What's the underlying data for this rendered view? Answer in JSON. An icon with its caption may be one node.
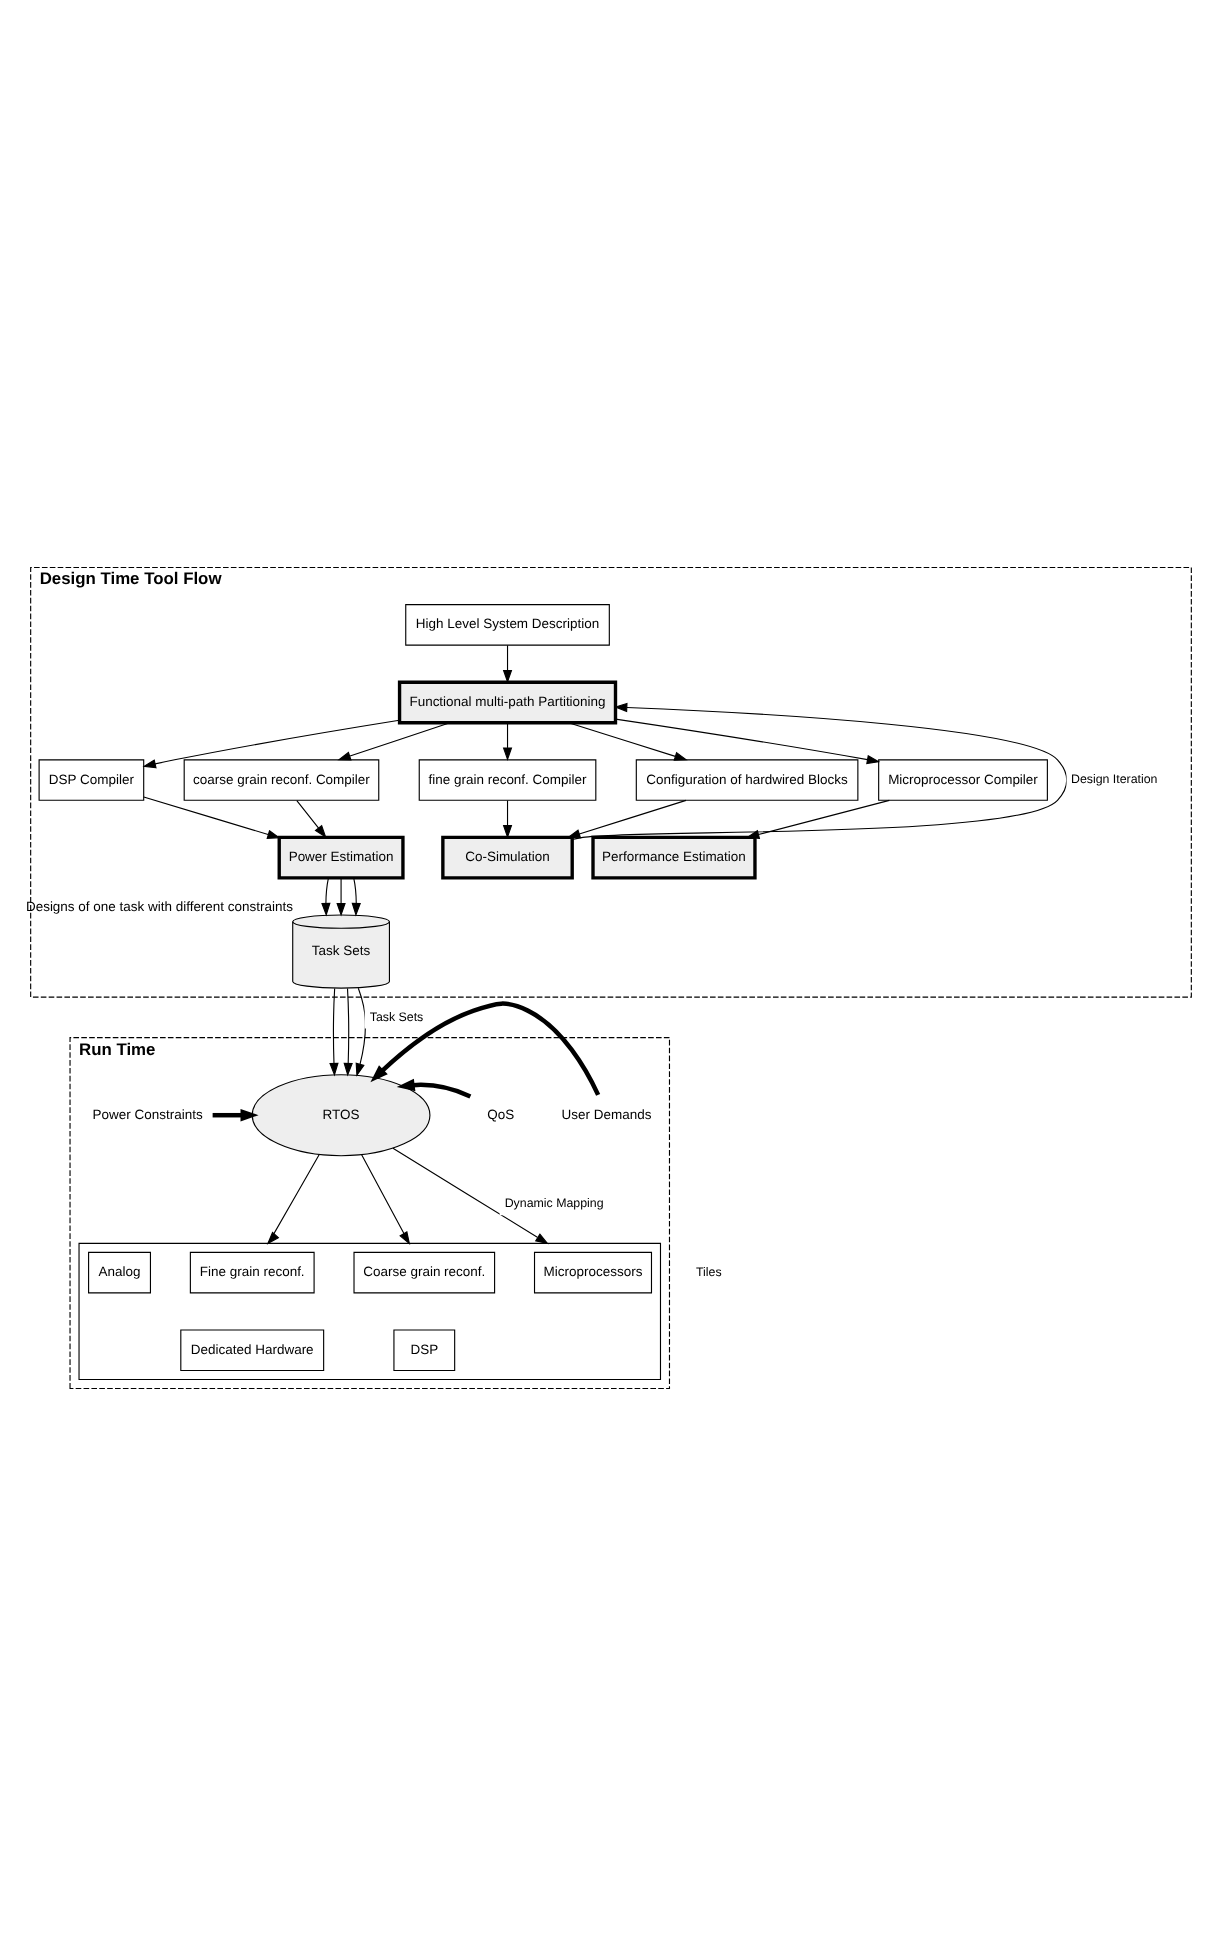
{
  "diagram": {
    "nodes": [
      {
        "text": [
          "Design Time Tool Flow"
        ]
      },
      {
        "text": [
          "High Level System Description"
        ],
        "in": 0
      },
      {
        "text": [
          "Functional multi-path Partitioning"
        ],
        "in": 0
      },
      {
        "text": [
          "Microprocessor Compiler"
        ],
        "in": 0
      },
      {
        "text": [
          "DSP Compiler"
        ],
        "in": 0
      },
      {
        "text": [
          "coarse grain reconf. Compiler"
        ],
        "in": 0
      },
      {
        "text": [
          "fine grain reconf. Compiler"
        ],
        "in": 0
      },
      {
        "text": [
          "Configuration of hardwired Blocks"
        ],
        "in": 0
      },
      {
        "text": [
          "Performance Estimation"
        ],
        "in": 0
      },
      {
        "text": [
          "Power Estimation"
        ],
        "in": 0
      },
      {
        "text": [
          "Co-Simulation"
        ],
        "in": 0
      },
      {
        "text": [
          "Task Sets"
        ],
        "in": 0,
        "beside": [
          "Designs of one task with different constraints"
        ]
      },
      {
        "text": [
          "Run Time"
        ]
      },
      {
        "text": [
          "RTOS"
        ],
        "in": 12
      },
      {
        "text": [
          "User Demands"
        ],
        "in": 12
      },
      {
        "text": [
          "QoS"
        ],
        "in": 12
      },
      {
        "text": [
          "Power Constraints"
        ],
        "in": 12
      },
      {
        "text": [],
        "shape": "box",
        "in": 12
      },
      {
        "text": [
          "Analog"
        ],
        "in": 17
      },
      {
        "text": [
          "Fine grain reconf."
        ],
        "in": 17
      },
      {
        "text": [
          "Coarse grain reconf."
        ],
        "in": 17
      },
      {
        "text": [
          "Microprocessors"
        ],
        "in": 17
      },
      {
        "text": [
          "Dedicated Hardware"
        ],
        "in": 17
      },
      {
        "text": [
          "DSP"
        ],
        "in": 17
      }
    ],
    "edges": [
      {
        "from": 1,
        "to": 2,
        "arrow": "to"
      },
      {
        "from": 2,
        "to": 3,
        "arrow": "to"
      },
      {
        "from": 2,
        "to": 4,
        "arrow": "to"
      },
      {
        "from": 2,
        "to": 5,
        "arrow": "to"
      },
      {
        "from": 2,
        "to": 6,
        "arrow": "to"
      },
      {
        "from": 2,
        "to": 7,
        "arrow": "to"
      },
      {
        "from": 3,
        "to": 8,
        "arrow": "to"
      },
      {
        "from": 4,
        "to": 9,
        "arrow": "to"
      },
      {
        "from": 5,
        "to": 9,
        "arrow": "to"
      },
      {
        "from": 6,
        "to": 10,
        "arrow": "to"
      },
      {
        "from": 7,
        "to": 10,
        "arrow": "to"
      },
      {
        "from": 10,
        "to": 2,
        "arrow": "to",
        "label": "Design Iteration"
      },
      {
        "from": 9,
        "to": 11,
        "arrow": "to"
      },
      {
        "from": 9,
        "to": 11,
        "arrow": "to"
      },
      {
        "from": 9,
        "to": 11,
        "arrow": "to"
      },
      {
        "from": 11,
        "to": 13,
        "arrow": "to"
      },
      {
        "from": 11,
        "to": 13,
        "arrow": "to"
      },
      {
        "from": 11,
        "to": 13,
        "arrow": "to",
        "label": "Task Sets"
      },
      {
        "from": 14,
        "to": 13,
        "arrow": "to",
        "style": "thick"
      },
      {
        "from": 15,
        "to": 13,
        "arrow": "to",
        "style": "thick"
      },
      {
        "from": 16,
        "to": 13,
        "arrow": "to",
        "style": "thick"
      },
      {
        "from": 13,
        "to": 17,
        "arrow": "to"
      },
      {
        "from": 13,
        "to": 17,
        "arrow": "to"
      },
      {
        "from": 13,
        "to": 17,
        "arrow": "to",
        "label": "Dynamic Mapping"
      }
    ],
    "labels": [
      "Tiles"
    ]
  }
}
